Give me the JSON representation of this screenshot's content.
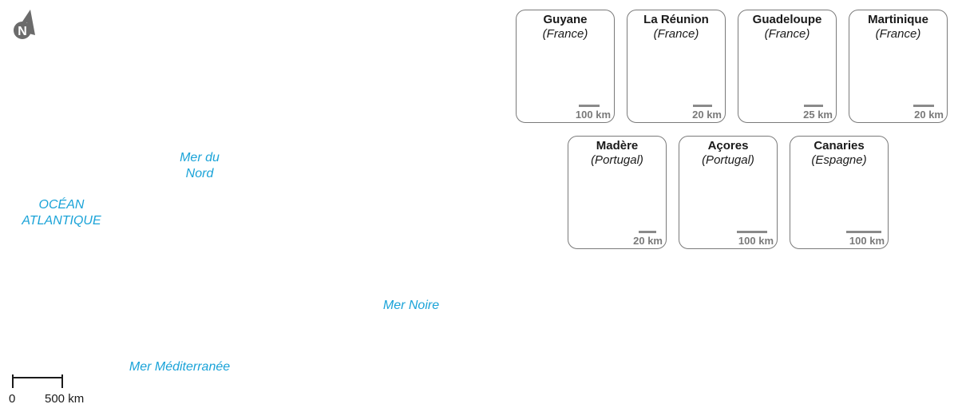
{
  "north_arrow": {
    "label": "N",
    "icon": "north-arrow-icon",
    "color": "#6b6b6b"
  },
  "seas": {
    "north_sea": [
      "Mer du",
      "Nord"
    ],
    "atlantic": [
      "OCÉAN",
      "ATLANTIQUE"
    ],
    "black_sea": [
      "Mer Noire"
    ],
    "mediterranean": [
      "Mer Méditerranée"
    ],
    "color": "#1aa3d8"
  },
  "insets": [
    {
      "name": "Guyane",
      "country": "(France)",
      "scale": "100 km"
    },
    {
      "name": "La Réunion",
      "country": "(France)",
      "scale": "20 km"
    },
    {
      "name": "Guadeloupe",
      "country": "(France)",
      "scale": "25 km"
    },
    {
      "name": "Martinique",
      "country": "(France)",
      "scale": "20 km"
    },
    {
      "name": "Madère",
      "country": "(Portugal)",
      "scale": "20 km"
    },
    {
      "name": "Açores",
      "country": "(Portugal)",
      "scale": "100 km"
    },
    {
      "name": "Canaries",
      "country": "(Espagne)",
      "scale": "100 km"
    }
  ],
  "scale_bar": {
    "start": "0",
    "end": "500 km"
  }
}
